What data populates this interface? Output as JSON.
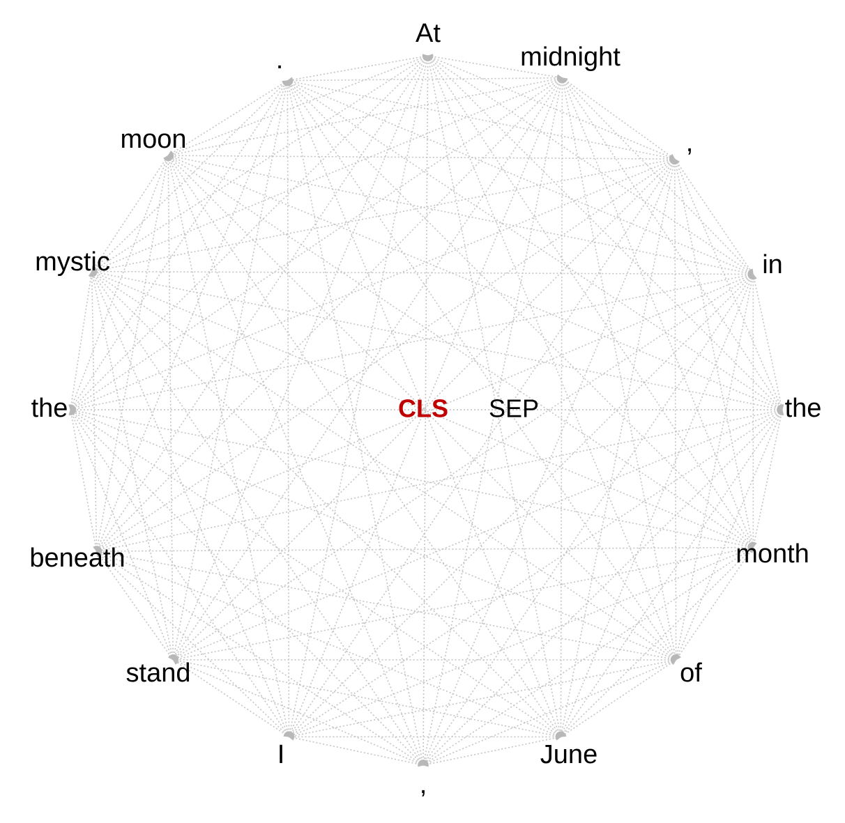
{
  "diagram": {
    "tokens": [
      {
        "id": "t-at",
        "label": "At"
      },
      {
        "id": "t-midnight",
        "label": "midnight"
      },
      {
        "id": "t-comma1",
        "label": ","
      },
      {
        "id": "t-in",
        "label": "in"
      },
      {
        "id": "t-the1",
        "label": "the"
      },
      {
        "id": "t-month",
        "label": "month"
      },
      {
        "id": "t-of",
        "label": "of"
      },
      {
        "id": "t-june",
        "label": "June"
      },
      {
        "id": "t-comma2",
        "label": ","
      },
      {
        "id": "t-i",
        "label": "I"
      },
      {
        "id": "t-stand",
        "label": "stand"
      },
      {
        "id": "t-beneath",
        "label": "beneath"
      },
      {
        "id": "t-the2",
        "label": "the"
      },
      {
        "id": "t-mystic",
        "label": "mystic"
      },
      {
        "id": "t-moon",
        "label": "moon"
      },
      {
        "id": "t-period",
        "label": "."
      }
    ],
    "center": {
      "cls": "CLS",
      "sep": "SEP"
    },
    "colors": {
      "edge": "#c4c4c4",
      "arrow": "#b8b8b8",
      "cls": "#c00000",
      "text": "#000000"
    },
    "edges": "all-pairs bidirectional dotted arrows"
  }
}
